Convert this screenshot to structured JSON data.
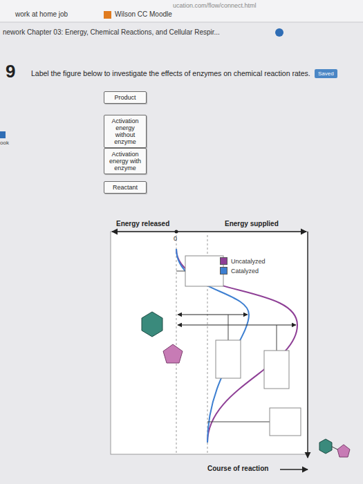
{
  "diagram": {
    "title": "Label the figure below to investigate the effects of enzymes on chemical reaction rates.",
    "nodes": [
      {
        "text": [
          "Product"
        ]
      },
      {
        "text": [
          "Activation energy without enzyme"
        ]
      },
      {
        "text": [
          "Activation energy with enzyme"
        ]
      },
      {
        "text": [
          "Reactant"
        ]
      }
    ],
    "labels": [
      "ucation.com/flow/connect.html",
      "work at home job",
      "Wilson CC Moodle",
      "nework Chapter 03: Energy, Chemical Reactions, and Cellular Respir...",
      "9",
      "Saved",
      "ook",
      "Energy released",
      "Energy supplied",
      "0",
      "Course of reaction"
    ],
    "legend": [
      {
        "text": "Uncatalyzed",
        "color": "#8e3f96"
      },
      {
        "text": "Catalyzed",
        "color": "#3d7fd1"
      }
    ]
  }
}
